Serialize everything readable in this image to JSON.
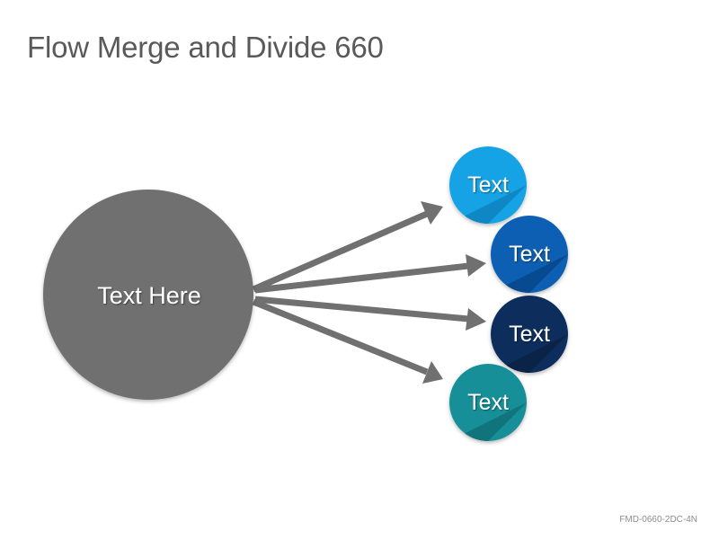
{
  "title": "Flow Merge and Divide 660",
  "footer_code": "FMD-0660-2DC-4N",
  "source": {
    "label": "Text Here",
    "color": "#6f6f6f"
  },
  "arrow_color": "#707070",
  "targets": [
    {
      "label": "Text",
      "color": "#12a3e6",
      "shade": "#0f87c4"
    },
    {
      "label": "Text",
      "color": "#0a5eb3",
      "shade": "#084a8f"
    },
    {
      "label": "Text",
      "color": "#0d2f5c",
      "shade": "#0a2448"
    },
    {
      "label": "Text",
      "color": "#168f99",
      "shade": "#11737b"
    }
  ]
}
